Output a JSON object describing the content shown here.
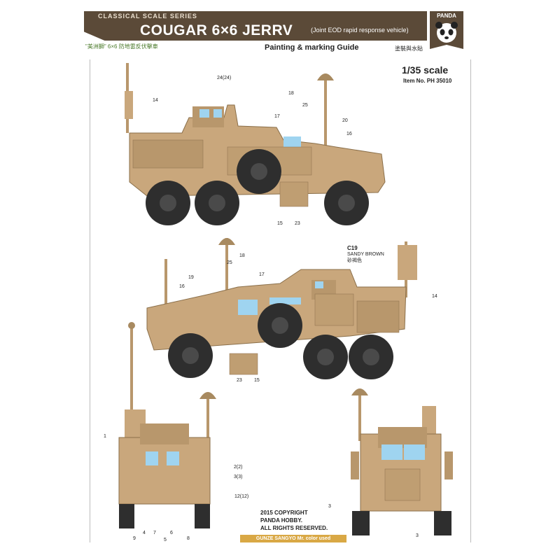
{
  "header": {
    "series": "CLASSICAL SCALE SERIES",
    "title": "COUGAR 6×6 JERRV",
    "subtitle": "(Joint EOD rapid response vehicle)",
    "cn_subtitle": "\"美洲獅\" 6×6 防地雷反伏擊車",
    "guide": "Painting & marking Guide",
    "cn_guide": "塗裝與水貼",
    "scale": "1/35 scale",
    "item_no": "Item No. PH 35010",
    "logo_text": "PANDA"
  },
  "colors": {
    "band": "#5b4a38",
    "vehicle": "#c9a77c",
    "vehicle_dark": "#a88a60",
    "tire": "#2e2e2e",
    "glass": "#9fd4f0",
    "gunze_bar": "#d9a845"
  },
  "color_note": {
    "code": "C19",
    "name": "SANDY BROWN",
    "cn_name": "砂褐色"
  },
  "callouts_side1": [
    "24(24)",
    "14",
    "18",
    "17",
    "25",
    "20",
    "16",
    "15",
    "23"
  ],
  "callouts_side2": [
    "18",
    "25",
    "17",
    "19",
    "16",
    "14",
    "23",
    "15"
  ],
  "callouts_rear": [
    "1",
    "2(2)",
    "3(3)",
    "12(12)",
    "9",
    "4",
    "7",
    "5",
    "6",
    "8"
  ],
  "callouts_front": [
    "3",
    "3"
  ],
  "copyright": [
    "2015 COPYRIGHT",
    "PANDA HOBBY.",
    "ALL RIGHTS RESERVED."
  ],
  "gunze_note": "GUNZE SANGYO Mr. color used"
}
